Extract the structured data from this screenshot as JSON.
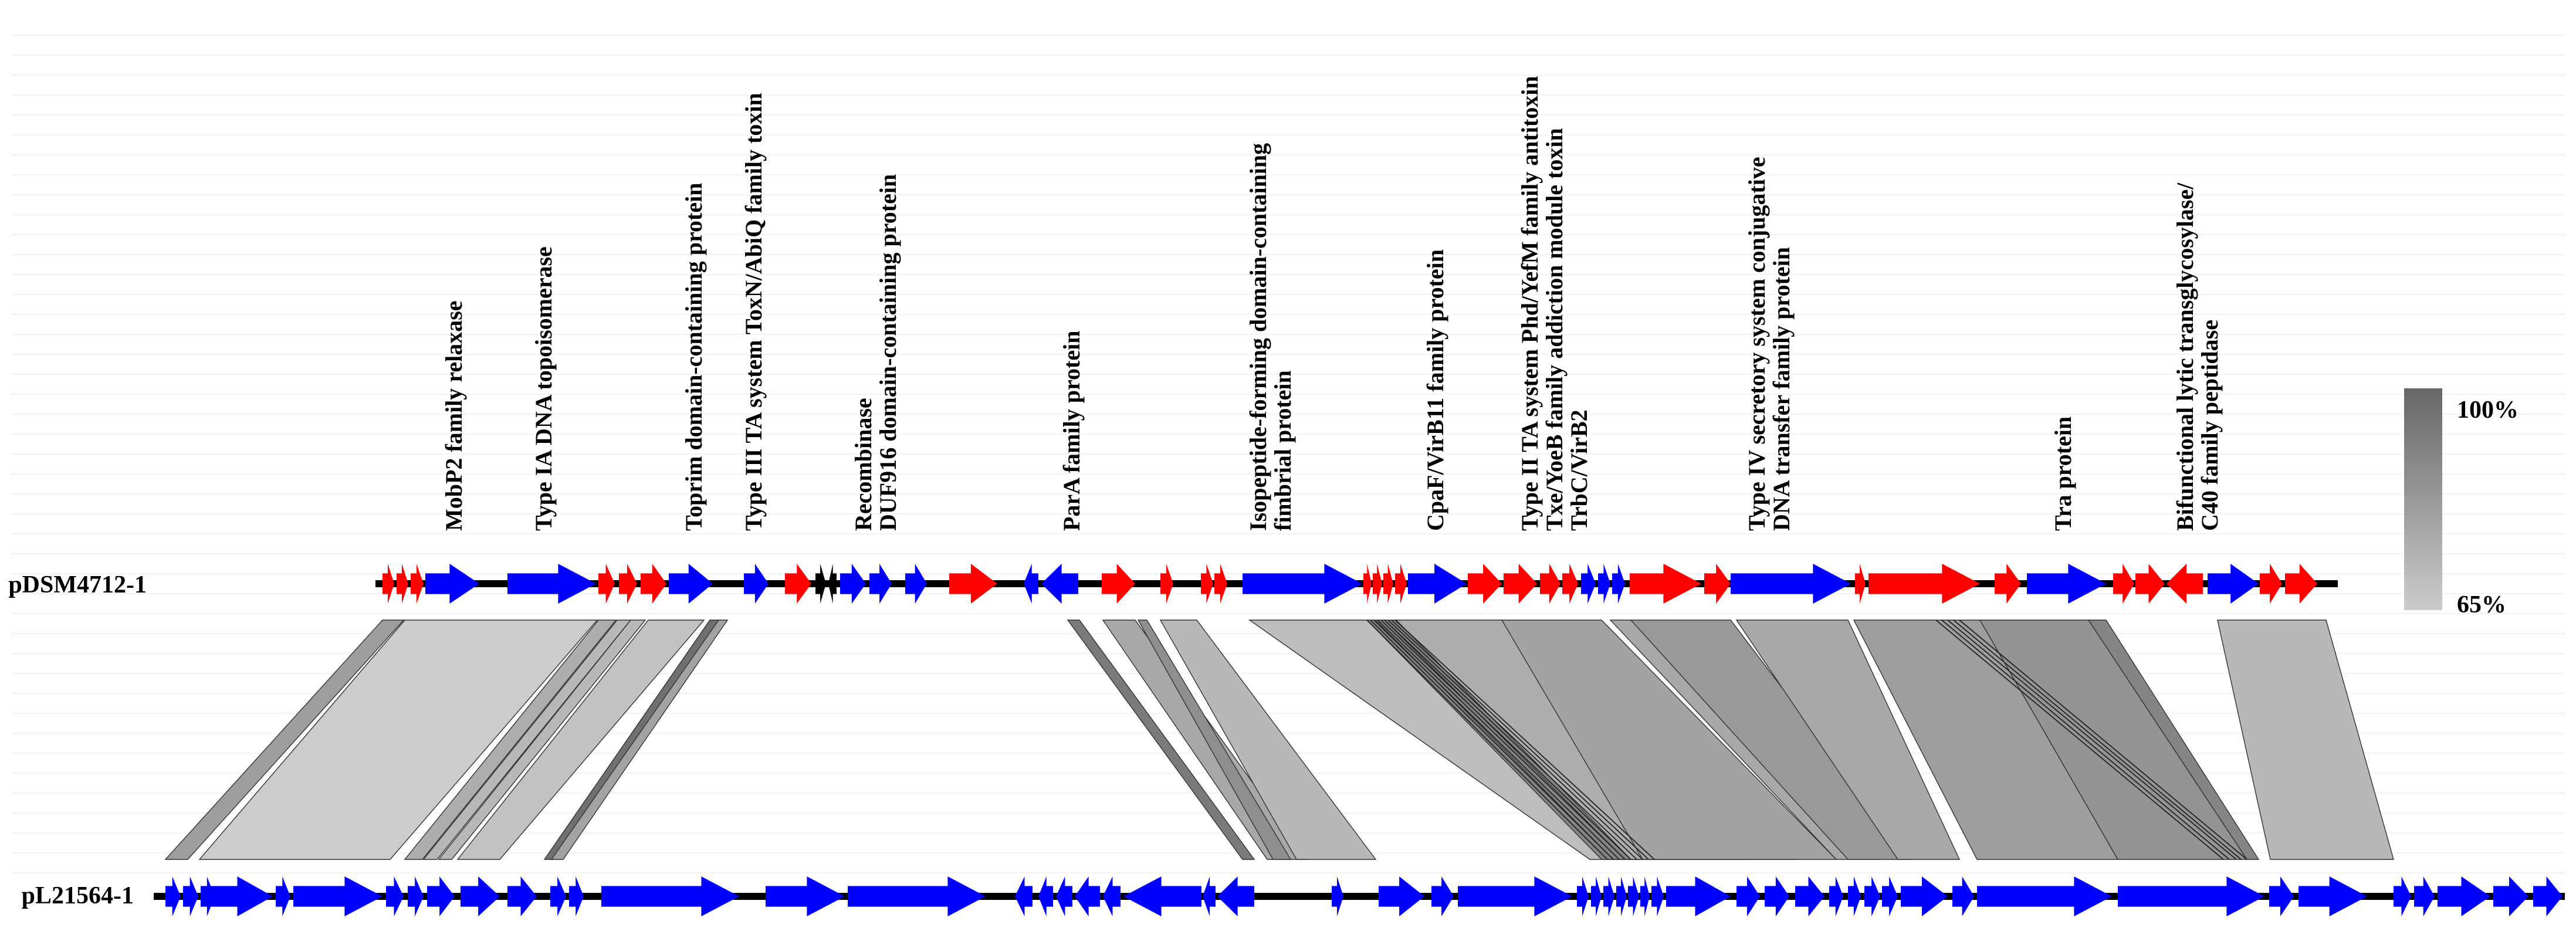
{
  "colors": {
    "hypothetical": "#ff0000",
    "annotated": "#0000ff",
    "other": "#000000",
    "backbone": "#000000",
    "identity_high": "#666666",
    "identity_low": "#cccccc"
  },
  "tracks": {
    "top": {
      "name": "pDSM4712-1"
    },
    "bottom": {
      "name": "pL21564-1"
    }
  },
  "identity_scale": {
    "max_label": "100%",
    "min_label": "65%",
    "max": 100,
    "min": 65
  },
  "gene_labels": [
    {
      "lines": [
        "MobP2 family relaxase"
      ]
    },
    {
      "lines": [
        "Type IA DNA topoisomerase"
      ]
    },
    {
      "lines": [
        "Toprim domain-containing protein"
      ]
    },
    {
      "lines": [
        "Type III TA system ToxN/AbiQ family toxin"
      ]
    },
    {
      "lines": [
        "Recombinase",
        "DUF916 domain-containing protein"
      ]
    },
    {
      "lines": [
        "ParA family protein"
      ]
    },
    {
      "lines": [
        "Isopeptide-forming domain-containing",
        "fimbrial protein"
      ]
    },
    {
      "lines": [
        "CpaF/VirB11 family protein"
      ]
    },
    {
      "lines": [
        "Type II TA system Phd/YefM family antitoxin",
        "Txe/YoeB family addiction module toxin",
        "TrbC/VirB2"
      ]
    },
    {
      "lines": [
        "Type IV secretory system conjugative",
        "DNA transfer family protein"
      ]
    },
    {
      "lines": [
        "Tra protein"
      ]
    },
    {
      "lines": [
        "Bifunctional lytic transglycosylase/",
        "C40 family peptidase"
      ]
    }
  ]
}
